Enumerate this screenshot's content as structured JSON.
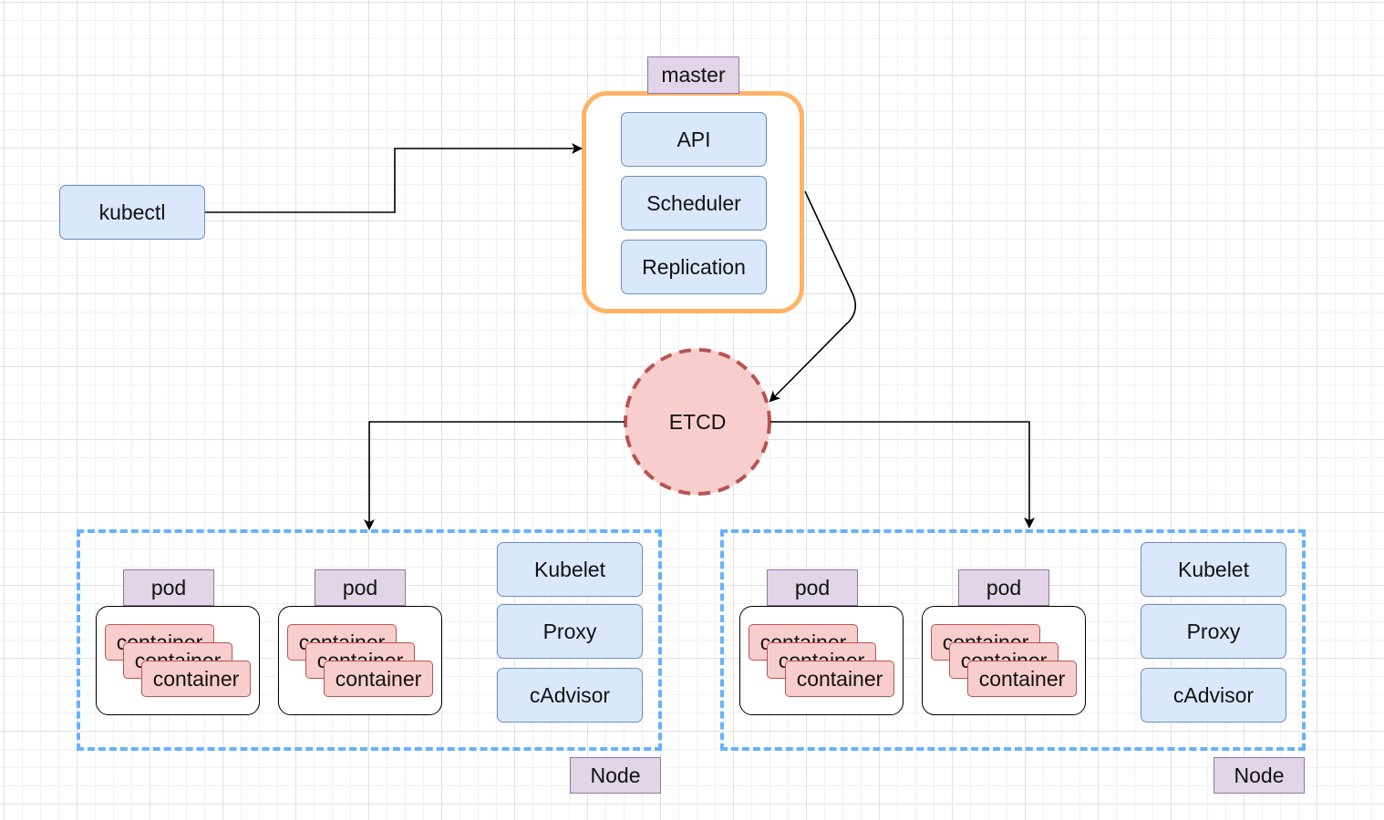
{
  "master": {
    "label": "master",
    "components": [
      "API",
      "Scheduler",
      "Replication"
    ],
    "border_color": "#ffb366"
  },
  "kubectl": {
    "label": "kubectl"
  },
  "etcd": {
    "label": "ETCD",
    "fill": "#f8cecc",
    "border_color": "#b85450"
  },
  "nodes": [
    {
      "label": "Node",
      "pods": [
        {
          "label": "pod",
          "containers": [
            "container",
            "container",
            "container"
          ]
        },
        {
          "label": "pod",
          "containers": [
            "container",
            "container",
            "container"
          ]
        }
      ],
      "services": [
        "Kubelet",
        "Proxy",
        "cAdvisor"
      ]
    },
    {
      "label": "Node",
      "pods": [
        {
          "label": "pod",
          "containers": [
            "container",
            "container",
            "container"
          ]
        },
        {
          "label": "pod",
          "containers": [
            "container",
            "container",
            "container"
          ]
        }
      ],
      "services": [
        "Kubelet",
        "Proxy",
        "cAdvisor"
      ]
    }
  ],
  "colors": {
    "component_fill": "#dae8fc",
    "component_border": "#6c8ebf",
    "label_fill": "#e1d5e7",
    "label_border": "#9673a6",
    "container_fill": "#f8cecc",
    "container_border": "#b85450",
    "node_border": "#66b2ff"
  }
}
